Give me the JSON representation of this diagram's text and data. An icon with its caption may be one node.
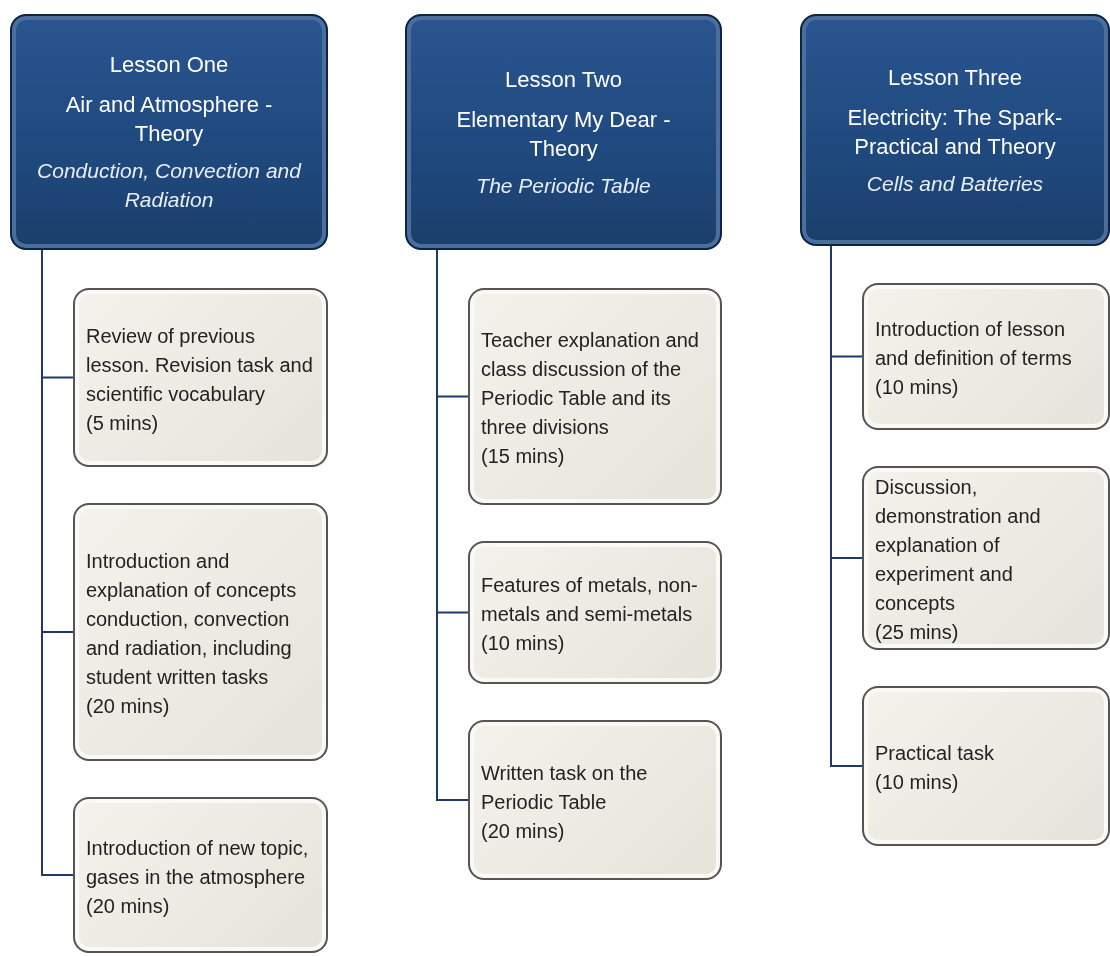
{
  "diagram": {
    "nodes": [
      {
        "text": [
          "Lesson One",
          "Air and Atmosphere - Theory",
          "Conduction, Convection and Radiation"
        ]
      },
      {
        "text": [
          "Review of previous lesson. Revision task and scientific vocabulary",
          "(5 mins)"
        ]
      },
      {
        "text": [
          "Introduction and explanation of concepts conduction, convection and radiation, including student written tasks",
          "(20 mins)"
        ]
      },
      {
        "text": [
          "Introduction of new topic, gases in the atmosphere",
          "(20 mins)"
        ]
      },
      {
        "text": [
          "Lesson Two",
          "Elementary My Dear - Theory",
          "The Periodic Table"
        ]
      },
      {
        "text": [
          "Teacher explanation and class discussion of the Periodic Table and its three divisions",
          "(15 mins)"
        ]
      },
      {
        "text": [
          "Features of metals, non-metals and semi-metals",
          "(10 mins)"
        ]
      },
      {
        "text": [
          "Written task on the Periodic Table",
          "(20 mins)"
        ]
      },
      {
        "text": [
          "Lesson Three",
          "Electricity: The Spark- Practical and Theory",
          "Cells and Batteries"
        ]
      },
      {
        "text": [
          "Introduction of lesson and definition of terms",
          "(10 mins)"
        ]
      },
      {
        "text": [
          "Discussion, demonstration and explanation of experiment and concepts",
          "(25 mins)"
        ]
      },
      {
        "text": [
          "Practical task",
          "(10 mins)"
        ]
      }
    ],
    "edges": [
      {
        "from": 0,
        "to": 1,
        "arrow": "none"
      },
      {
        "from": 0,
        "to": 2,
        "arrow": "none"
      },
      {
        "from": 0,
        "to": 3,
        "arrow": "none"
      },
      {
        "from": 4,
        "to": 5,
        "arrow": "none"
      },
      {
        "from": 4,
        "to": 6,
        "arrow": "none"
      },
      {
        "from": 4,
        "to": 7,
        "arrow": "none"
      },
      {
        "from": 8,
        "to": 9,
        "arrow": "none"
      },
      {
        "from": 8,
        "to": 10,
        "arrow": "none"
      },
      {
        "from": 8,
        "to": 11,
        "arrow": "none"
      }
    ]
  }
}
